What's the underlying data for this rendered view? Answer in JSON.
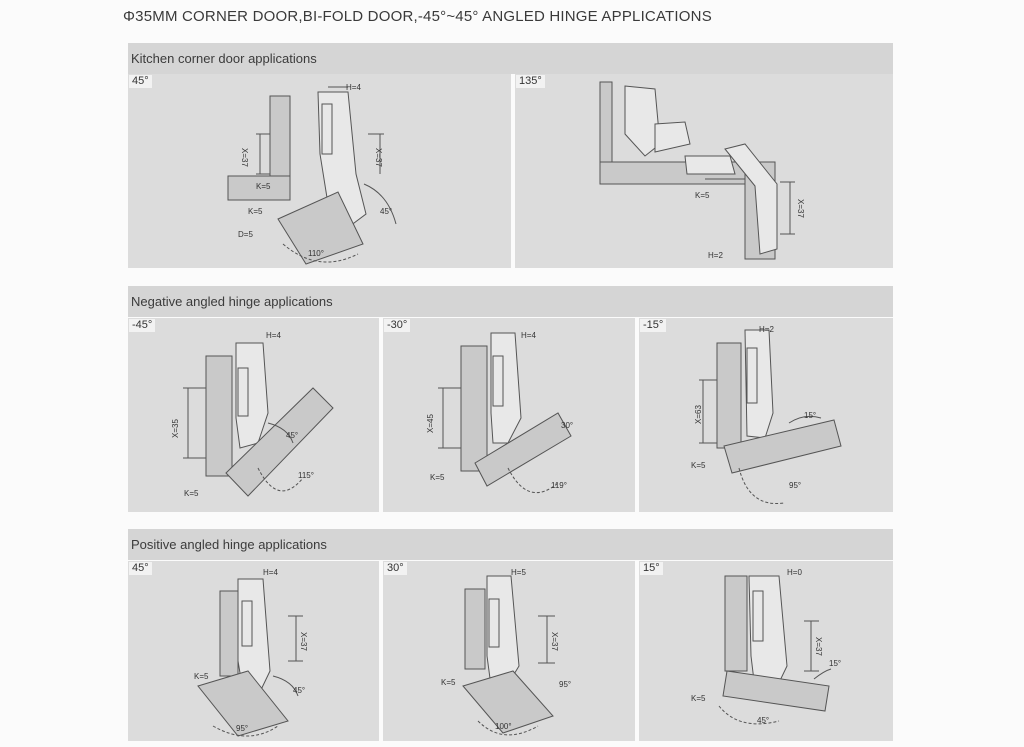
{
  "title": "Φ35MM CORNER DOOR,BI-FOLD DOOR,-45°~45° ANGLED HINGE APPLICATIONS",
  "sections": [
    {
      "heading": "Kitchen corner door applications",
      "panels": [
        {
          "angle": "45°",
          "labels": {
            "h": "H=4",
            "x1": "X=37",
            "x2": "X=37",
            "k1": "K=5",
            "k2": "K=5",
            "d": "D=5",
            "open": "110°",
            "door": "45°"
          }
        },
        {
          "angle": "135°",
          "labels": {
            "k": "K=5",
            "x": "X=37",
            "h": "H=2"
          }
        }
      ]
    },
    {
      "heading": "Negative angled hinge applications",
      "panels": [
        {
          "angle": "-45°",
          "labels": {
            "h": "H=4",
            "x": "X=35",
            "door": "45°",
            "open": "115°",
            "k": "K=5"
          }
        },
        {
          "angle": "-30°",
          "labels": {
            "h": "H=4",
            "x": "X=45",
            "door": "30°",
            "open": "119°",
            "k": "K=5"
          }
        },
        {
          "angle": "-15°",
          "labels": {
            "h": "H=2",
            "x": "X=63",
            "door": "15°",
            "open": "95°",
            "k": "K=5"
          }
        }
      ]
    },
    {
      "heading": "Positive angled hinge applications",
      "panels": [
        {
          "angle": "45°",
          "labels": {
            "h": "H=4",
            "x": "X=37",
            "k": "K=5",
            "door": "45°",
            "open": "95°"
          }
        },
        {
          "angle": "30°",
          "labels": {
            "h": "H=5",
            "x": "X=37",
            "k": "K=5",
            "door": "95°",
            "open": "100°"
          }
        },
        {
          "angle": "15°",
          "labels": {
            "h": "H=0",
            "x": "X=37",
            "door": "15°",
            "k": "K=5",
            "open": "45°"
          }
        }
      ]
    }
  ]
}
